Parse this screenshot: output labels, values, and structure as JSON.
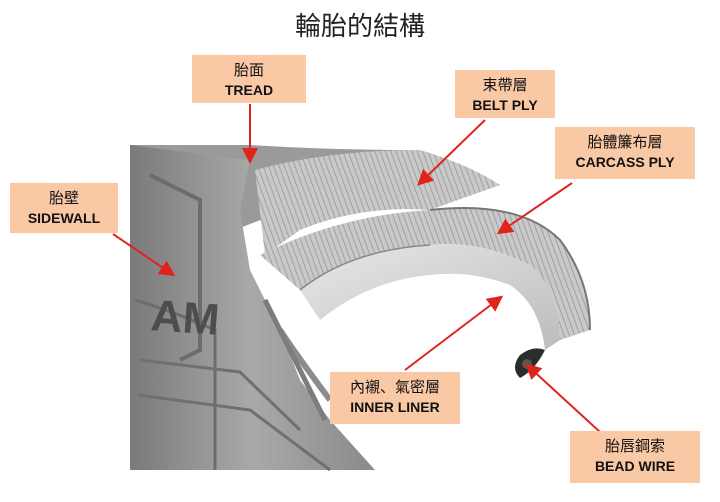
{
  "title": "輪胎的結構",
  "labels": {
    "tread": {
      "zh": "胎面",
      "en": "TREAD"
    },
    "belt_ply": {
      "zh": "束帶層",
      "en": "BELT PLY"
    },
    "carcass_ply": {
      "zh": "胎體簾布層",
      "en": "CARCASS PLY"
    },
    "sidewall": {
      "zh": "胎壁",
      "en": "SIDEWALL"
    },
    "inner_liner": {
      "zh": "內襯、氣密層",
      "en": "INNER LINER"
    },
    "bead_wire": {
      "zh": "胎唇鋼索",
      "en": "BEAD WIRE"
    }
  },
  "sidewall_lettering": "AM",
  "colors": {
    "label_bg": "#f9c8a4",
    "arrow": "#e0241b",
    "rubber_dark": "#5a5a5a",
    "rubber_light": "#b8b8b8"
  }
}
